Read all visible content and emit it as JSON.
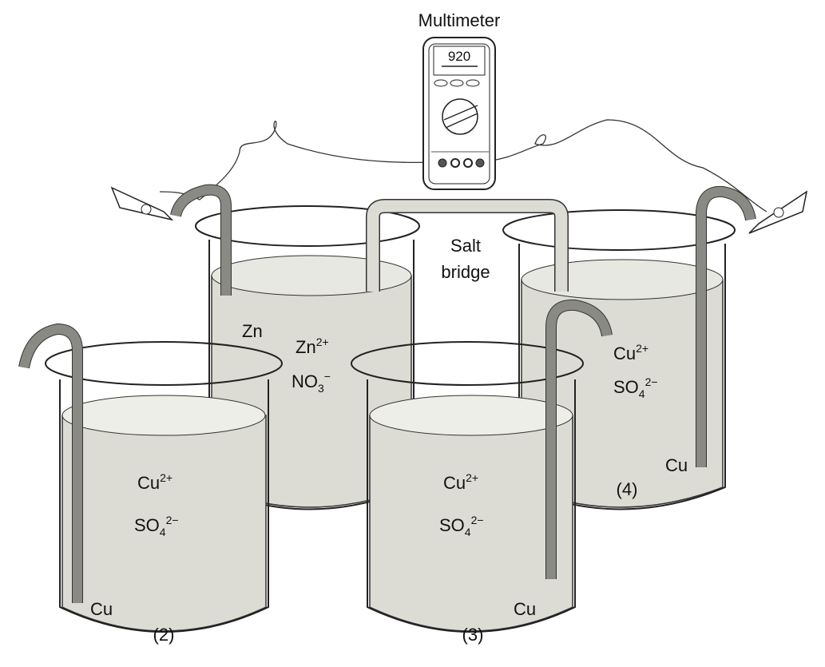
{
  "title": "Multimeter",
  "multimeter": {
    "reading": "920"
  },
  "salt_bridge": {
    "line1": "Salt",
    "line2": "bridge"
  },
  "beaker_zn": {
    "electrode": "Zn",
    "ion1": "Zn",
    "ion1_charge": "2+",
    "ion2": "NO",
    "ion2_sub": "3",
    "ion2_charge": "−"
  },
  "beaker_2": {
    "number": "(2)",
    "electrode": "Cu",
    "ion1": "Cu",
    "ion1_charge": "2+",
    "ion2": "SO",
    "ion2_sub": "4",
    "ion2_charge": "2−"
  },
  "beaker_3": {
    "number": "(3)",
    "electrode": "Cu",
    "ion1": "Cu",
    "ion1_charge": "2+",
    "ion2": "SO",
    "ion2_sub": "4",
    "ion2_charge": "2−"
  },
  "beaker_4": {
    "number": "(4)",
    "electrode": "Cu",
    "ion1": "Cu",
    "ion1_charge": "2+",
    "ion2": "SO",
    "ion2_sub": "4",
    "ion2_charge": "2−"
  },
  "colors": {
    "solution": "#dcdcd4",
    "electrode": "#8a8a84"
  }
}
